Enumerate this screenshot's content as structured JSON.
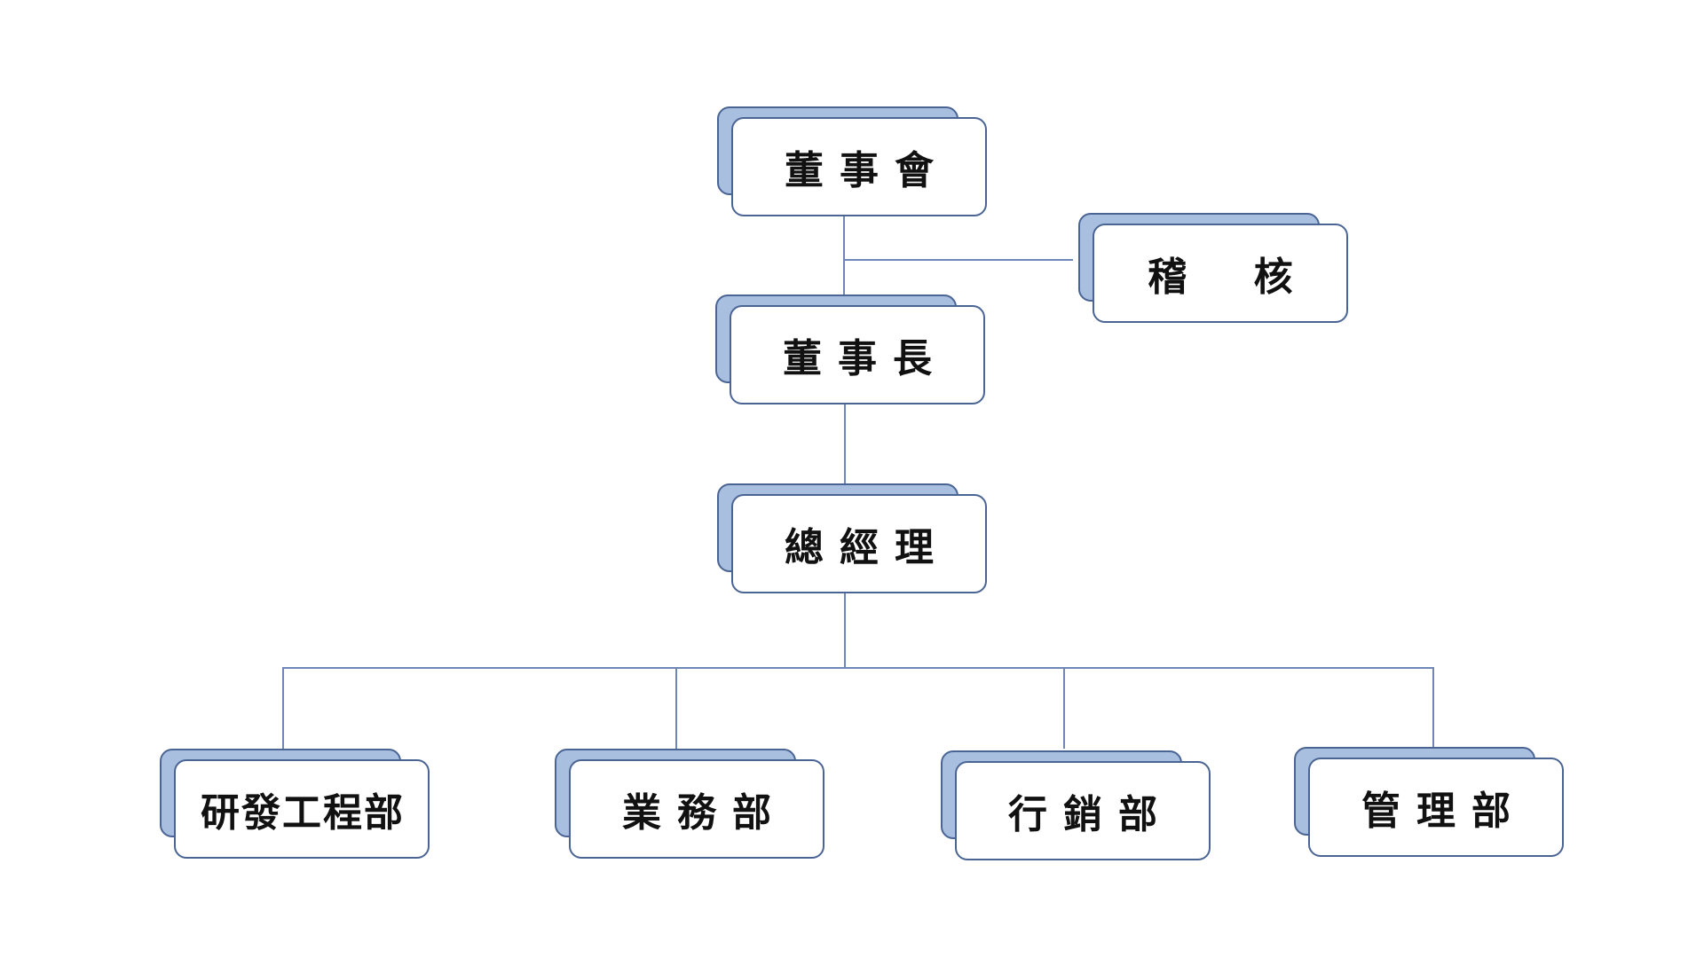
{
  "org_chart": {
    "board": "董事會",
    "audit": "稽 核",
    "chairman": "董事長",
    "general_manager": "總經理",
    "departments": [
      "研發工程部",
      "業務部",
      "行銷部",
      "管理部"
    ]
  },
  "colors": {
    "box_fill": "#ffffff",
    "box_border": "#4a6494",
    "shadow_fill": "#a9bfe0",
    "connector": "#6d87b8",
    "text": "#111111"
  }
}
